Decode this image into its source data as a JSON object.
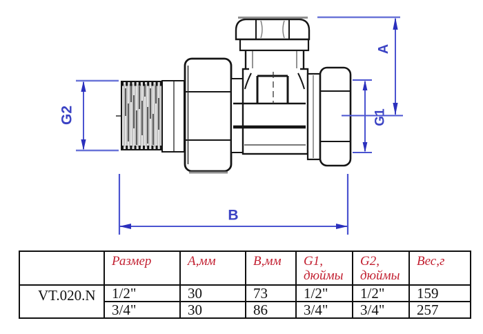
{
  "drawing": {
    "labels": {
      "a": "A",
      "b": "B",
      "g1": "G1",
      "g2": "G2"
    }
  },
  "colors": {
    "dimension_blue": "#4a53d0",
    "arrow_blue": "#2b30bd",
    "extension_blue": "#6a74d8",
    "line_black": "#151515",
    "header_red": "#c22031"
  },
  "table": {
    "product_code": "VT.020.N",
    "headers": [
      {
        "line1": "",
        "line2": ""
      },
      {
        "line1": "Размер",
        "line2": ""
      },
      {
        "line1": "А,мм",
        "line2": ""
      },
      {
        "line1": "В,мм",
        "line2": ""
      },
      {
        "line1": "G1,",
        "line2": "дюймы"
      },
      {
        "line1": "G2,",
        "line2": "дюймы"
      },
      {
        "line1": "Вес,г",
        "line2": ""
      }
    ],
    "rows": [
      {
        "size": "1/2\"",
        "a_mm": "30",
        "b_mm": "73",
        "g1": "1/2\"",
        "g2": "1/2\"",
        "weight": "159"
      },
      {
        "size": "3/4\"",
        "a_mm": "30",
        "b_mm": "86",
        "g1": "3/4\"",
        "g2": "3/4\"",
        "weight": "257"
      }
    ]
  }
}
